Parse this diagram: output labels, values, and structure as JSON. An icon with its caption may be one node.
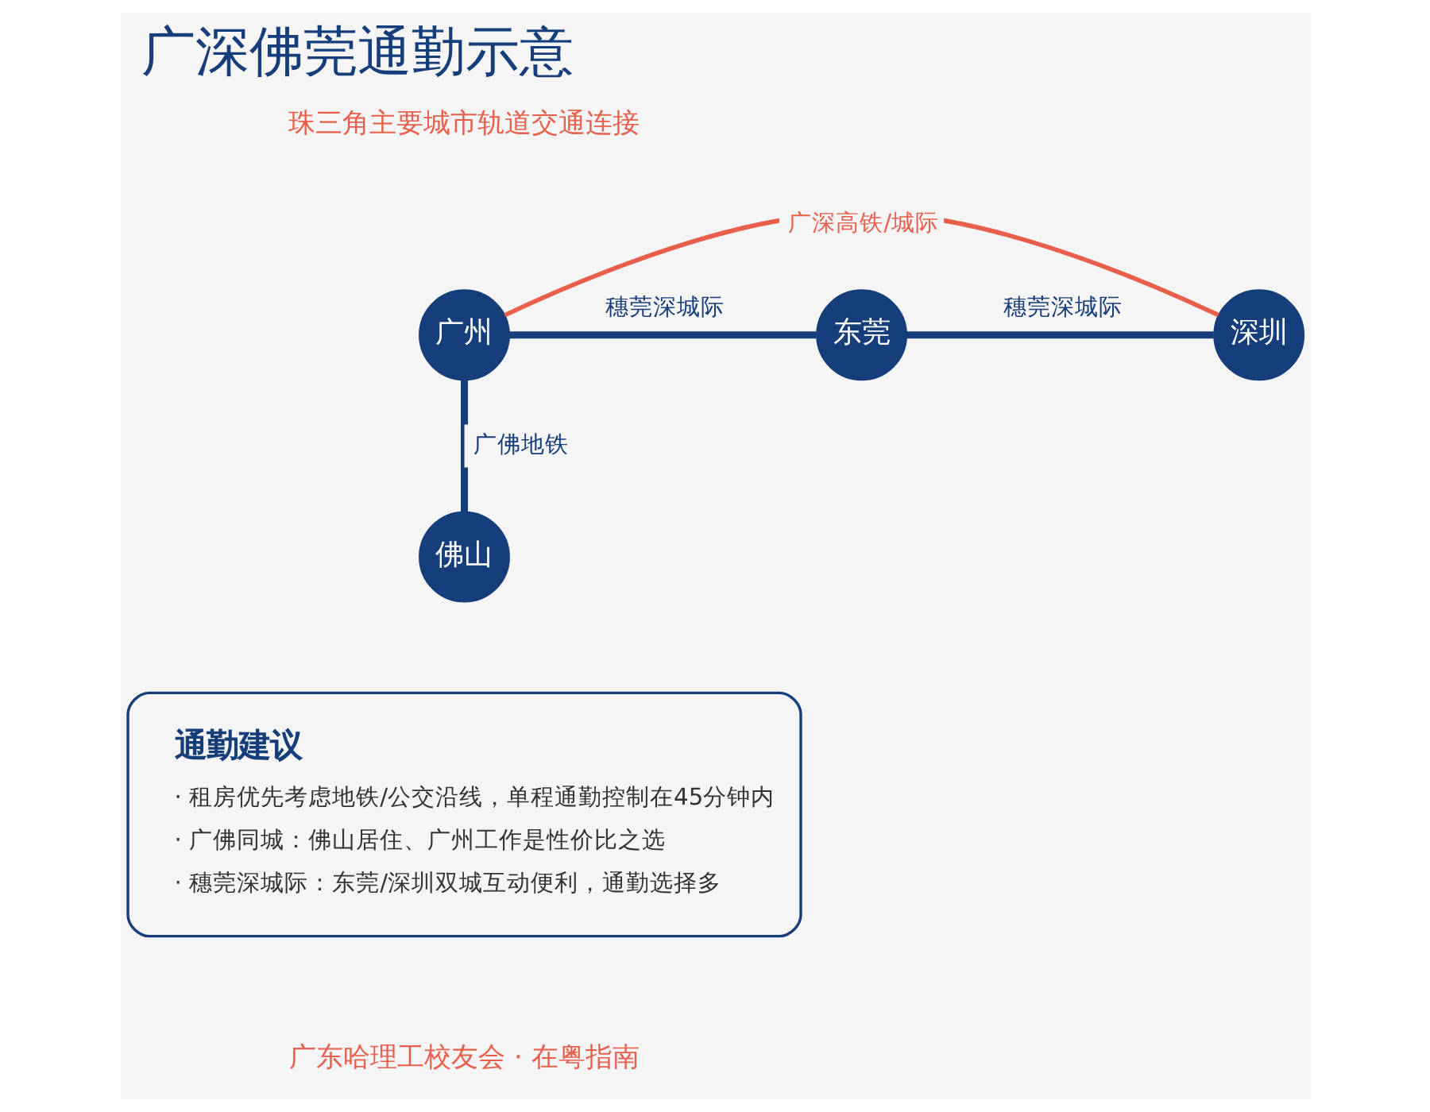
{
  "diagram": {
    "title": "广深佛莞通勤示意",
    "nodes": [
      {
        "text": [
          "广州"
        ]
      },
      {
        "text": [
          "东莞"
        ]
      },
      {
        "text": [
          "深圳"
        ]
      },
      {
        "text": [
          "佛山"
        ]
      },
      {
        "text": [
          "通勤建议",
          "· 租房优先考虑地铁/公交沿线，单程通勤控制在45分钟内",
          "· 广佛同城：佛山居住、广州工作是性价比之选",
          "· 穗莞深城际：东莞/深圳双城互动便利，通勤选择多"
        ]
      }
    ],
    "edges": [
      {
        "from": 0,
        "to": 1,
        "arrow": "none",
        "label": "穗莞深城际"
      },
      {
        "from": 1,
        "to": 2,
        "arrow": "none",
        "label": "穗莞深城际"
      },
      {
        "from": 0,
        "to": 3,
        "arrow": "none",
        "label": "广佛地铁"
      },
      {
        "from": 0,
        "to": 2,
        "arrow": "none",
        "label": "广深高铁/城际",
        "color": "#e8604c"
      }
    ],
    "labels": [
      "珠三角主要城市轨道交通连接",
      "广东哈理工校友会 · 在粤指南"
    ]
  }
}
